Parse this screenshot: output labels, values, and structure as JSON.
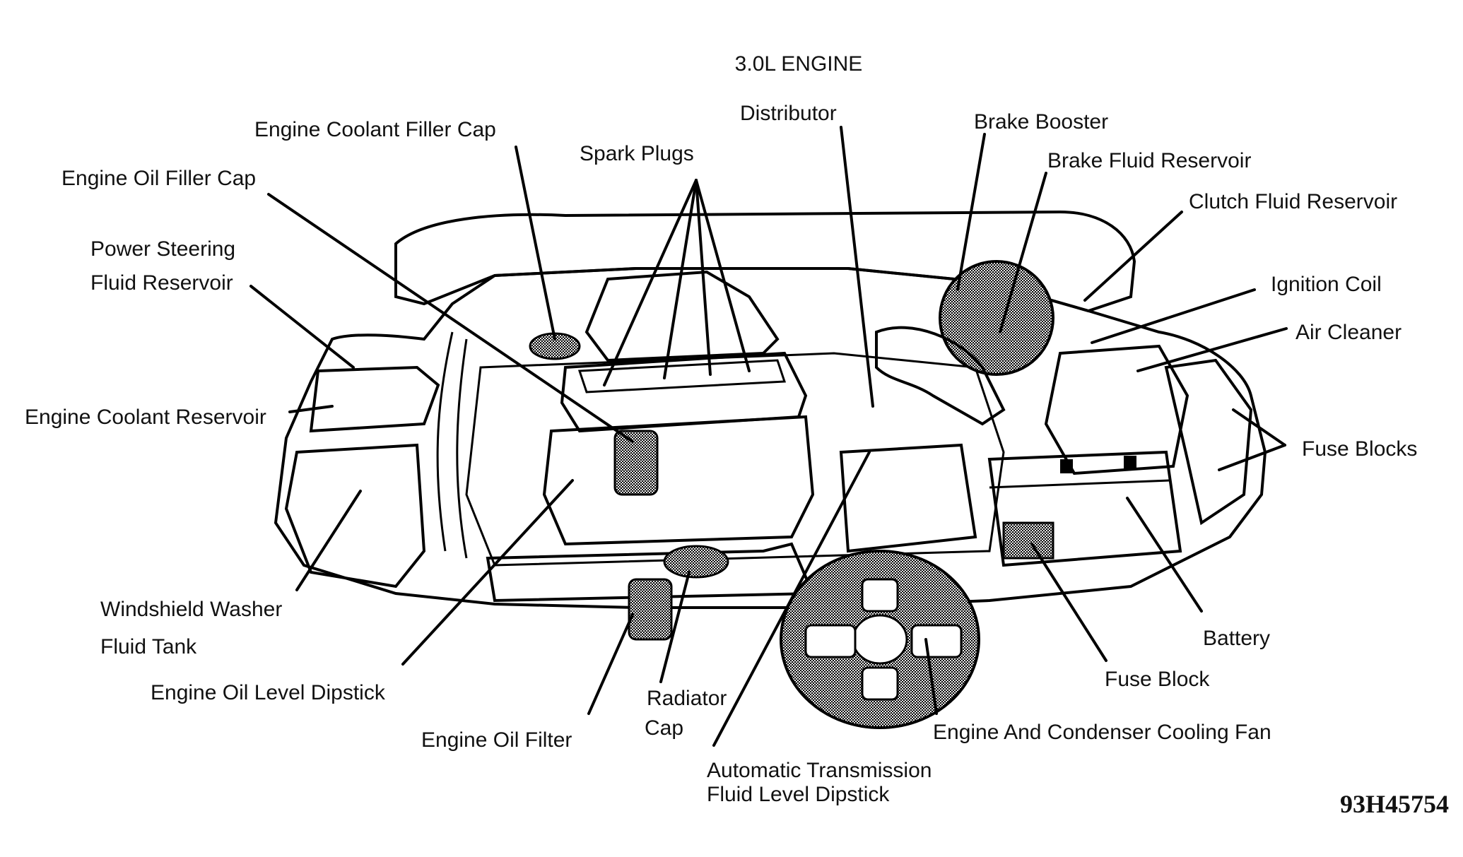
{
  "title": "3.0L ENGINE",
  "reference_code": "93H45754",
  "labels": {
    "engine_coolant_filler_cap": "Engine Coolant Filler Cap",
    "engine_oil_filler_cap": "Engine Oil Filler Cap",
    "spark_plugs": "Spark Plugs",
    "distributor": "Distributor",
    "brake_booster": "Brake Booster",
    "brake_fluid_reservoir": "Brake Fluid Reservoir",
    "clutch_fluid_reservoir": "Clutch Fluid Reservoir",
    "power_steering_line1": "Power Steering",
    "power_steering_line2": "Fluid Reservoir",
    "ignition_coil": "Ignition Coil",
    "air_cleaner": "Air Cleaner",
    "engine_coolant_reservoir": "Engine Coolant Reservoir",
    "fuse_blocks": "Fuse Blocks",
    "washer_line1": "Windshield Washer",
    "washer_line2": "Fluid Tank",
    "battery": "Battery",
    "fuse_block": "Fuse Block",
    "engine_oil_level_dipstick": "Engine Oil Level Dipstick",
    "radiator_cap_line1": "Radiator",
    "radiator_cap_line2": "Cap",
    "engine_and_condenser_cooling_fan": "Engine And Condenser Cooling Fan",
    "engine_oil_filter": "Engine Oil Filter",
    "atf_line1": "Automatic Transmission",
    "atf_line2": "Fluid Level Dipstick"
  },
  "colors": {
    "ink": "#000000",
    "paper": "#ffffff",
    "shade": "#8a8a8a"
  }
}
